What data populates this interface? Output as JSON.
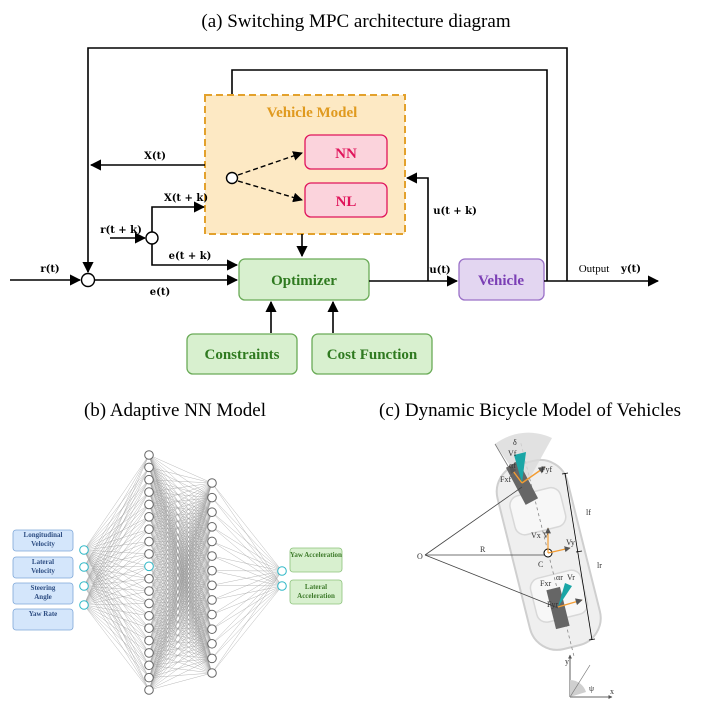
{
  "panel_a": {
    "title": "(a) Switching MPC architecture diagram",
    "vehicle_model_label": "Vehicle Model",
    "nn_label": "NN",
    "nl_label": "NL",
    "optimizer_label": "Optimizer",
    "vehicle_label": "Vehicle",
    "constraints_label": "Constraints",
    "cost_function_label": "Cost Function",
    "signals": {
      "x_t": "X(t)",
      "x_tk": "X(t + k)",
      "r_tk": "r(t + k)",
      "e_tk": "e(t + k)",
      "r_t": "r(t)",
      "e_t": "e(t)",
      "u_t": "u(t)",
      "u_tk": "u(t + k)",
      "output_prefix": "Output",
      "output_var": "y(t)"
    },
    "colors": {
      "vehicle_model_fill": "#fde9c4",
      "vehicle_model_border": "#e3a12c",
      "vehicle_model_text": "#e09a1f",
      "nn_fill": "#fbd3dc",
      "nn_text": "#e0155b",
      "green_fill": "#d8f0cf",
      "green_border": "#6aab57",
      "green_text": "#2f7a20",
      "vehicle_fill": "#e3d6f1",
      "vehicle_text": "#7b3fb5"
    }
  },
  "panel_b": {
    "title": "(b) Adaptive NN Model",
    "inputs": [
      "Longitudinal Velocity",
      "Lateral Velocity",
      "Steering Angle",
      "Yaw Rate"
    ],
    "outputs": [
      "Yaw Acceleration",
      "Lateral Acceleration"
    ]
  },
  "panel_c": {
    "title": "(c) Dynamic Bicycle Model of Vehicles",
    "labels": {
      "delta": "δ",
      "vf": "Vf",
      "alpha_f": "αf",
      "fyf": "Fyf",
      "fxf": "Fxf",
      "lf": "lf",
      "lr": "lr",
      "vx": "Vx",
      "vy": "Vy",
      "v": "V",
      "c": "C",
      "r": "R",
      "o": "O",
      "fxr": "Fxr",
      "fyr": "Fyr",
      "vr": "Vr",
      "alpha_r": "αr",
      "y_axis": "y",
      "x_axis": "x",
      "psi": "ψ"
    }
  }
}
